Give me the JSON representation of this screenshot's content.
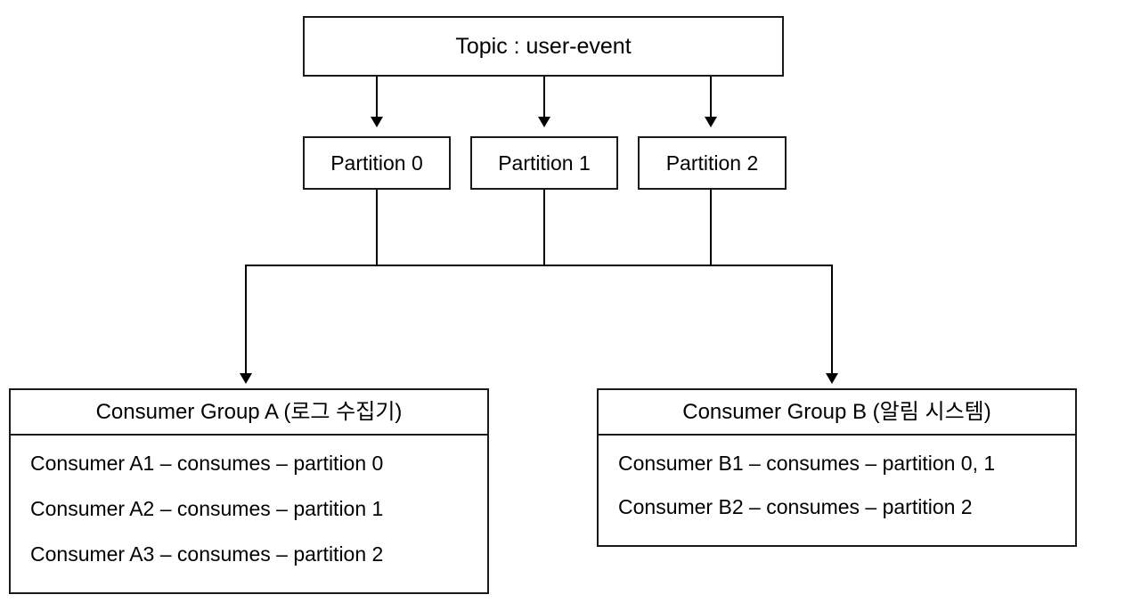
{
  "diagram": {
    "topic": {
      "label": "Topic : user-event"
    },
    "partitions": [
      {
        "label": "Partition 0"
      },
      {
        "label": "Partition 1"
      },
      {
        "label": "Partition 2"
      }
    ],
    "consumer_groups": [
      {
        "header": "Consumer Group A  (로그 수집기)",
        "consumers": [
          "Consumer A1 – consumes – partition 0",
          "Consumer A2 – consumes – partition 1",
          "Consumer A3 – consumes – partition 2"
        ]
      },
      {
        "header": "Consumer Group B (알림 시스템)",
        "consumers": [
          "Consumer B1 – consumes – partition 0, 1",
          "Consumer B2 – consumes – partition 2"
        ]
      }
    ],
    "colors": {
      "stroke": "#1a1a1a",
      "connector": "#000000",
      "background": "#ffffff",
      "text": "#000000"
    }
  }
}
